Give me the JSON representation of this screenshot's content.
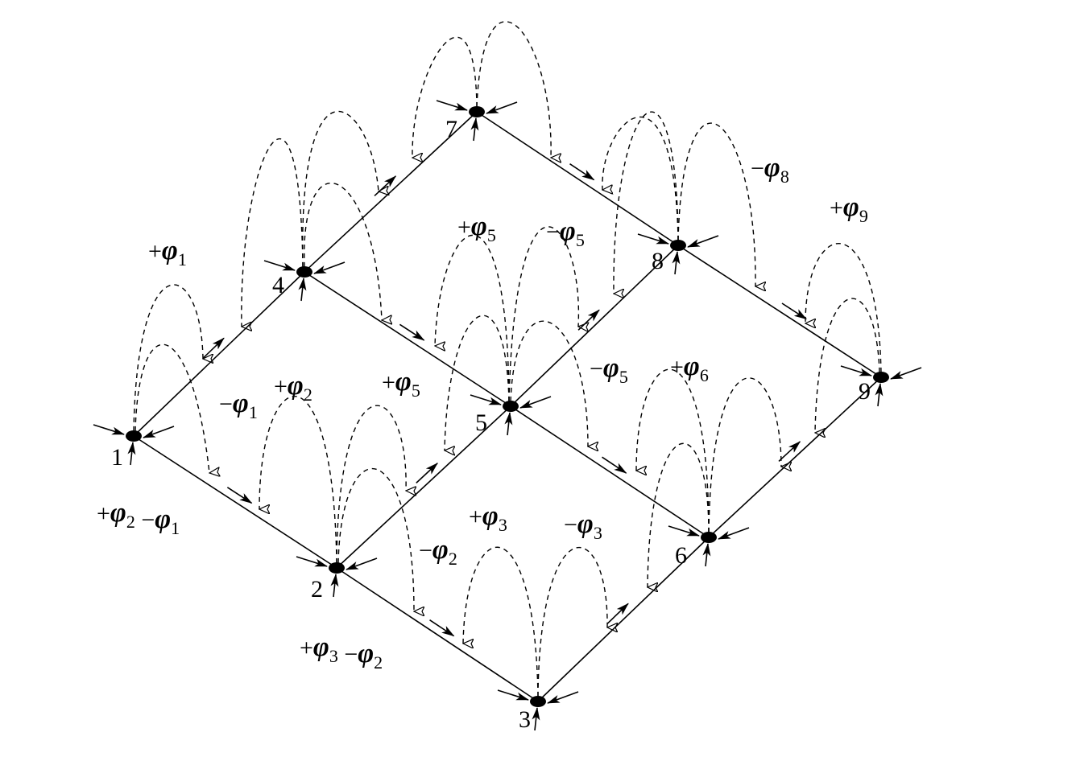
{
  "nodes": [
    {
      "id": "1",
      "label": "1"
    },
    {
      "id": "2",
      "label": "2"
    },
    {
      "id": "3",
      "label": "3"
    },
    {
      "id": "4",
      "label": "4"
    },
    {
      "id": "5",
      "label": "5"
    },
    {
      "id": "6",
      "label": "6"
    },
    {
      "id": "7",
      "label": "7"
    },
    {
      "id": "8",
      "label": "8"
    },
    {
      "id": "9",
      "label": "9"
    }
  ],
  "edges": [
    [
      "1",
      "2"
    ],
    [
      "2",
      "3"
    ],
    [
      "4",
      "5"
    ],
    [
      "5",
      "6"
    ],
    [
      "7",
      "8"
    ],
    [
      "8",
      "9"
    ],
    [
      "1",
      "4"
    ],
    [
      "4",
      "7"
    ],
    [
      "2",
      "5"
    ],
    [
      "5",
      "8"
    ],
    [
      "3",
      "6"
    ],
    [
      "6",
      "9"
    ]
  ],
  "terms": [
    {
      "id": "t1",
      "parts": [
        {
          "sign": "+",
          "sub": "1"
        }
      ]
    },
    {
      "id": "t2",
      "parts": [
        {
          "sign": "−",
          "sub": "1"
        }
      ]
    },
    {
      "id": "t3",
      "parts": [
        {
          "sign": "+",
          "sub": "2"
        }
      ]
    },
    {
      "id": "t4",
      "parts": [
        {
          "sign": "+",
          "sub": "2"
        },
        {
          "sign": "−",
          "sub": "1"
        }
      ]
    },
    {
      "id": "t5",
      "parts": [
        {
          "sign": "−",
          "sub": "2"
        }
      ]
    },
    {
      "id": "t6",
      "parts": [
        {
          "sign": "+",
          "sub": "3"
        },
        {
          "sign": "−",
          "sub": "2"
        }
      ]
    },
    {
      "id": "t7",
      "parts": [
        {
          "sign": "+",
          "sub": "3"
        }
      ]
    },
    {
      "id": "t8",
      "parts": [
        {
          "sign": "−",
          "sub": "3"
        }
      ]
    },
    {
      "id": "t9",
      "parts": [
        {
          "sign": "+",
          "sub": "5"
        }
      ]
    },
    {
      "id": "t10",
      "parts": [
        {
          "sign": "−",
          "sub": "5"
        }
      ]
    },
    {
      "id": "t11",
      "parts": [
        {
          "sign": "+",
          "sub": "5"
        }
      ]
    },
    {
      "id": "t12",
      "parts": [
        {
          "sign": "−",
          "sub": "5"
        }
      ]
    },
    {
      "id": "t13",
      "parts": [
        {
          "sign": "+",
          "sub": "6"
        }
      ]
    },
    {
      "id": "t14",
      "parts": [
        {
          "sign": "−",
          "sub": "8"
        }
      ]
    },
    {
      "id": "t15",
      "parts": [
        {
          "sign": "+",
          "sub": "9"
        }
      ]
    }
  ],
  "symbol": "φ"
}
